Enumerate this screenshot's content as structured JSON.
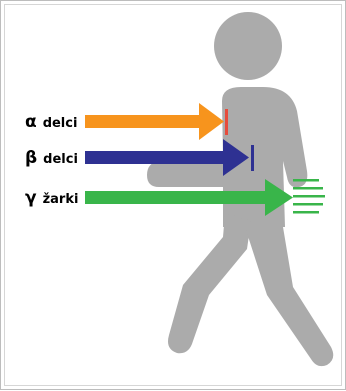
{
  "labels": [
    {
      "symbol": "α",
      "text": "delci",
      "color": "#f7941d"
    },
    {
      "symbol": "β",
      "text": "delci",
      "color": "#2e3192"
    },
    {
      "symbol": "γ",
      "text": "žarki",
      "color": "#39b54a"
    }
  ],
  "colors": {
    "figure": "#ababab",
    "alpha_arrow": "#f7941d",
    "alpha_stop": "#e74c3c",
    "beta_arrow": "#2e3192",
    "beta_stop": "#2e3192",
    "gamma_arrow": "#39b54a",
    "gamma_exit": "#39b54a"
  }
}
